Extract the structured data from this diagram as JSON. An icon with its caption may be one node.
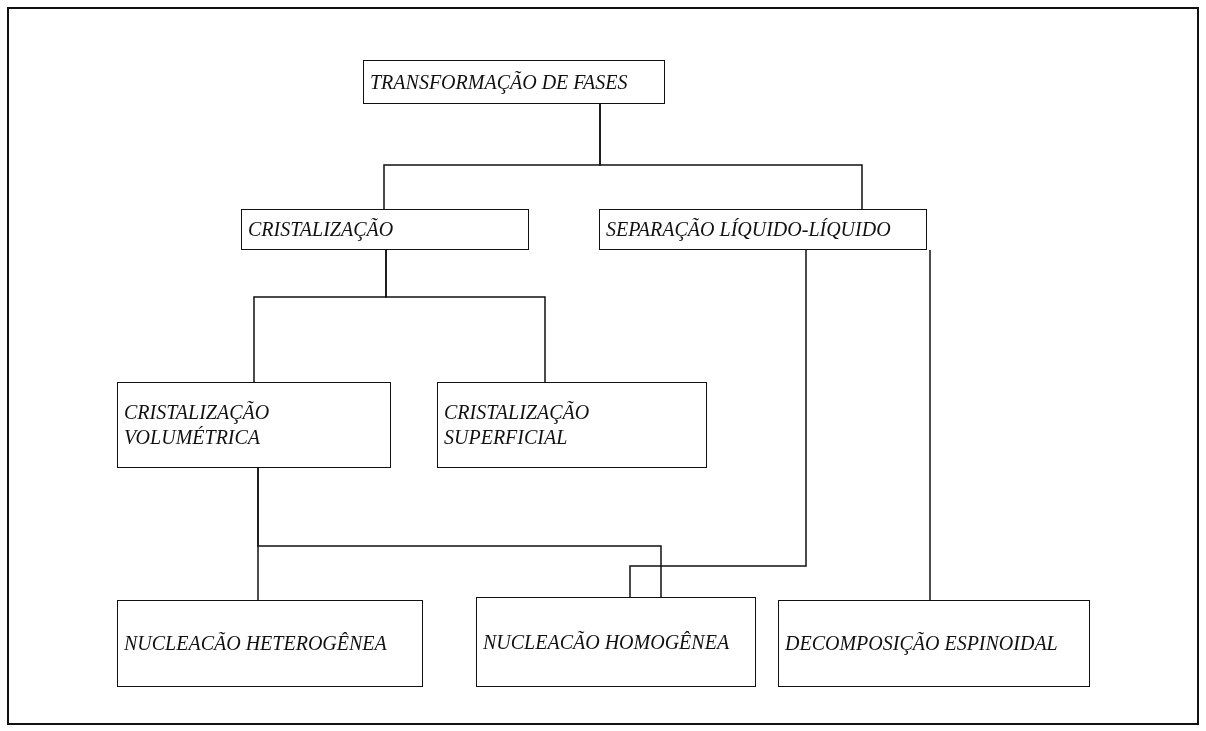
{
  "diagram": {
    "nodes": [
      {
        "text": [
          "TRANSFORMAÇÃO DE FASES"
        ]
      },
      {
        "text": [
          "CRISTALIZAÇÃO"
        ]
      },
      {
        "text": [
          "SEPARAÇÃO LÍQUIDO-LÍQUIDO"
        ]
      },
      {
        "text": [
          "CRISTALIZAÇÃO VOLUMÉTRICA"
        ]
      },
      {
        "text": [
          "CRISTALIZAÇÃO SUPERFICIAL"
        ]
      },
      {
        "text": [
          "NUCLEACÃO HETEROGÊNEA"
        ]
      },
      {
        "text": [
          "NUCLEACÃO HOMOGÊNEA"
        ]
      },
      {
        "text": [
          "DECOMPOSIÇÃO ESPINOIDAL"
        ]
      }
    ],
    "edges": [
      {
        "from": 0,
        "to": 1,
        "arrow": "none"
      },
      {
        "from": 0,
        "to": 2,
        "arrow": "none"
      },
      {
        "from": 1,
        "to": 3,
        "arrow": "none"
      },
      {
        "from": 1,
        "to": 4,
        "arrow": "none"
      },
      {
        "from": 3,
        "to": 5,
        "arrow": "none"
      },
      {
        "from": 3,
        "to": 6,
        "arrow": "none"
      },
      {
        "from": 2,
        "to": 6,
        "arrow": "none"
      },
      {
        "from": 2,
        "to": 7,
        "arrow": "none"
      }
    ]
  }
}
